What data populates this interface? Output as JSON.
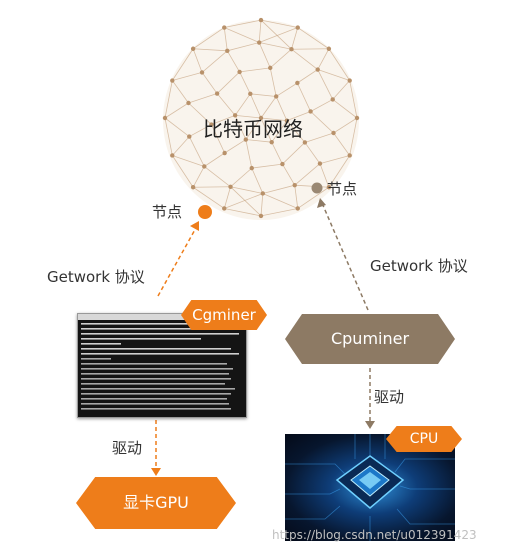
{
  "network": {
    "title": "比特币网络"
  },
  "nodes": {
    "left_label": "节点",
    "right_label": "节点"
  },
  "protocols": {
    "left": "Getwork 协议",
    "right": "Getwork 协议"
  },
  "miners": {
    "cgminer": "Cgminer",
    "cpuminer": "Cpuminer"
  },
  "drivers": {
    "left": "驱动",
    "right": "驱动"
  },
  "hardware": {
    "gpu": "显卡GPU",
    "cpu": "CPU"
  },
  "colors": {
    "accent_orange": "#ee7d1a",
    "network_brown": "#c9a887",
    "cpuminer_brown": "#8d7a64"
  },
  "watermark": "https://blog.csdn.net/u012391423"
}
